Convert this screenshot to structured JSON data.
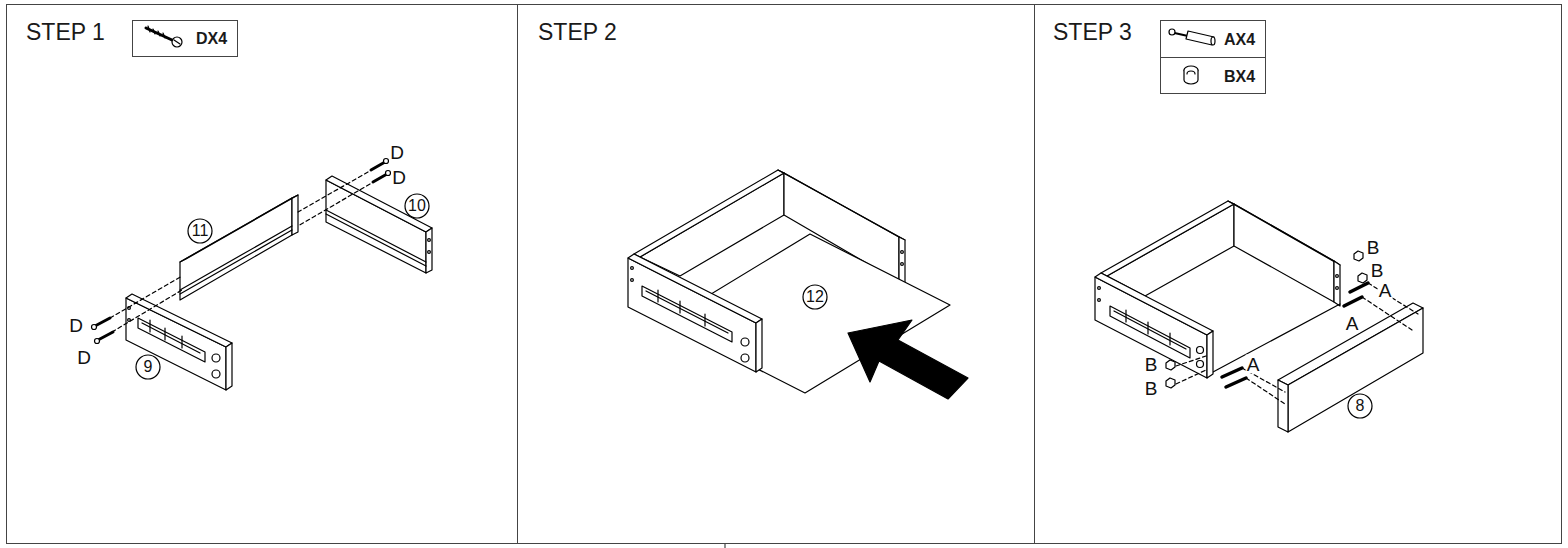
{
  "diagram": {
    "nodes": [
      {
        "text": [
          "STEP 1"
        ]
      },
      {
        "text": [
          "DX4"
        ],
        "in": 0
      },
      {
        "text": [
          "STEP 2"
        ]
      },
      {
        "text": [
          "STEP 3"
        ]
      },
      {
        "text": [
          "AX4"
        ],
        "in": 3
      },
      {
        "text": [
          "BX4"
        ],
        "in": 3
      }
    ],
    "labels": [
      "D",
      "D",
      "11",
      "10",
      "D",
      "D",
      "9",
      "12",
      "B",
      "B",
      "A",
      "A",
      "B",
      "B",
      "A",
      "8"
    ]
  }
}
